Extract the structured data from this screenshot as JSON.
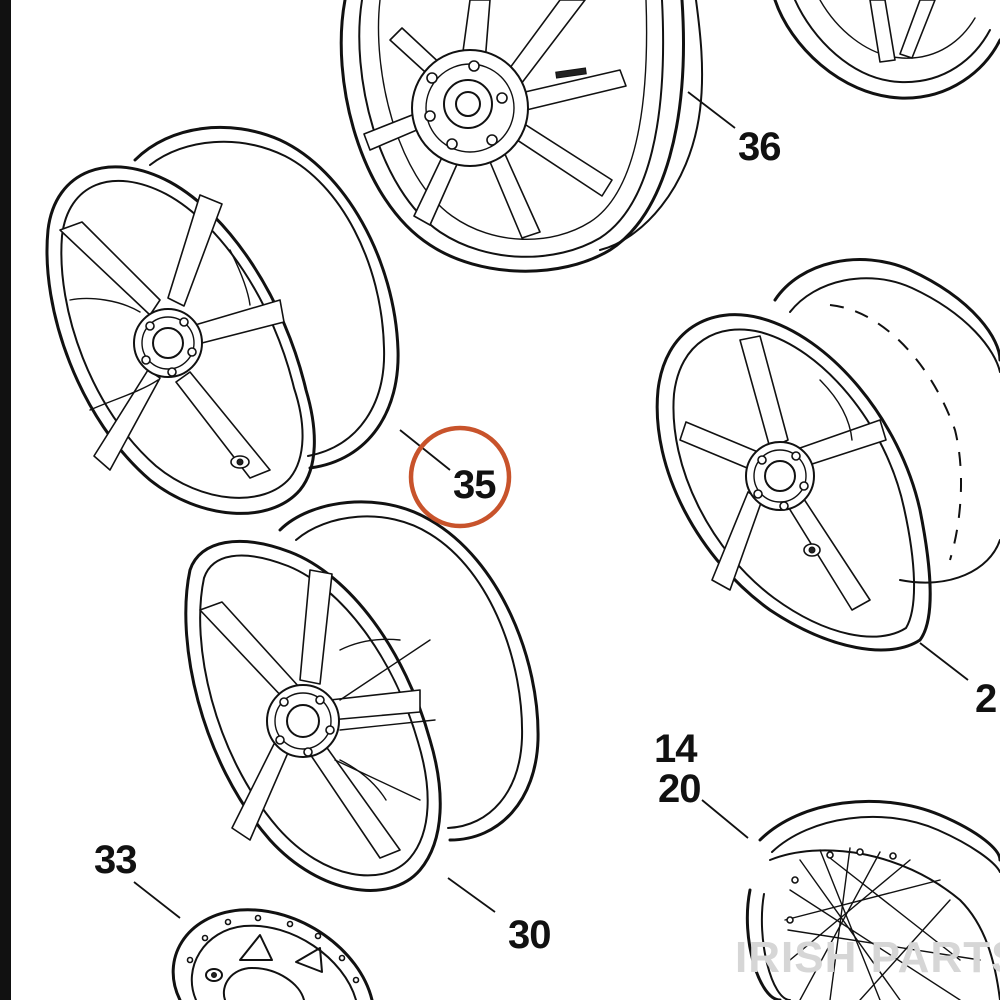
{
  "diagram": {
    "frame_color": "#111111",
    "highlight_color": "#c8532b",
    "watermark": "IRISH PARTS",
    "callouts": {
      "c36": "36",
      "c35": "35",
      "c2": "2",
      "c14": "14",
      "c20": "20",
      "c33": "33",
      "c30": "30"
    },
    "highlighted_callout": "35"
  }
}
